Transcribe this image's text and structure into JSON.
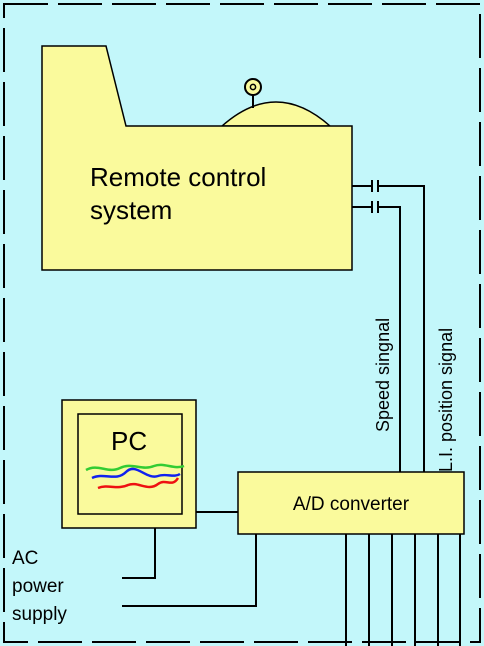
{
  "colors": {
    "background": "#c3f7fa",
    "box_fill": "#fafa9c",
    "stroke": "#000000",
    "trace_green": "#33cc33",
    "trace_blue": "#1122ee",
    "trace_red": "#ee1111"
  },
  "remote_control": {
    "line1": "Remote control",
    "line2": "system"
  },
  "signals": {
    "speed": "Speed singnal",
    "position": "L.I. position signal"
  },
  "pc": {
    "label": "PC"
  },
  "converter": {
    "label": "A/D converter"
  },
  "power": {
    "line1": "AC",
    "line2": "power",
    "line3": "supply"
  }
}
